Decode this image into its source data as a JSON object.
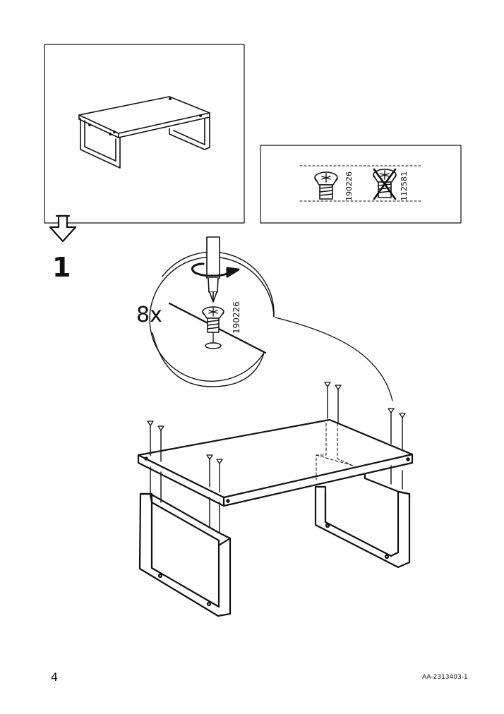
{
  "step": {
    "number": "1",
    "quantity": "8x"
  },
  "parts": {
    "correct_screw_id": "190226",
    "wrong_screw_id": "112581",
    "callout_screw_id": "190226"
  },
  "footer": {
    "page_number": "4",
    "document_code": "AA-2313403-1"
  },
  "icons": [
    "arrow-down-icon",
    "screwdriver-icon",
    "rotate-arrow-icon",
    "screw-icon",
    "cross-icon"
  ]
}
